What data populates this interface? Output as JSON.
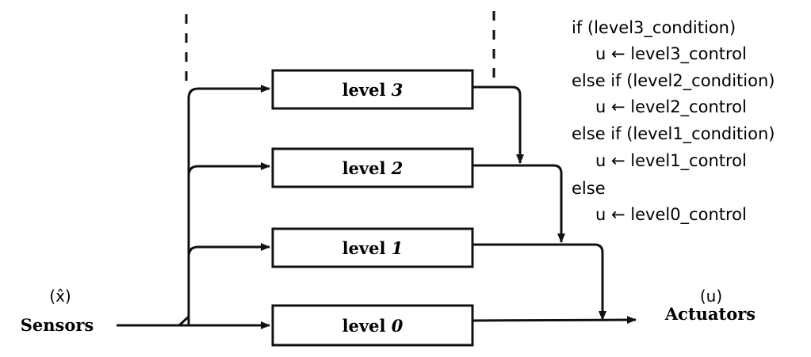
{
  "inputs": {
    "symbol": "(x̂)",
    "label": "Sensors"
  },
  "outputs": {
    "symbol": "(u)",
    "label": "Actuators"
  },
  "levels": [
    {
      "prefix": "level ",
      "number": "3"
    },
    {
      "prefix": "level ",
      "number": "2"
    },
    {
      "prefix": "level ",
      "number": "1"
    },
    {
      "prefix": "level ",
      "number": "0"
    }
  ],
  "pseudocode": [
    "if (level3_condition)",
    "u ← level3_control",
    "else if (level2_condition)",
    "u ← level2_control",
    "else if (level1_condition)",
    "u ← level1_control",
    "else",
    "u ← level0_control"
  ],
  "colors": {
    "ink": "#111111",
    "background": "#ffffff"
  }
}
